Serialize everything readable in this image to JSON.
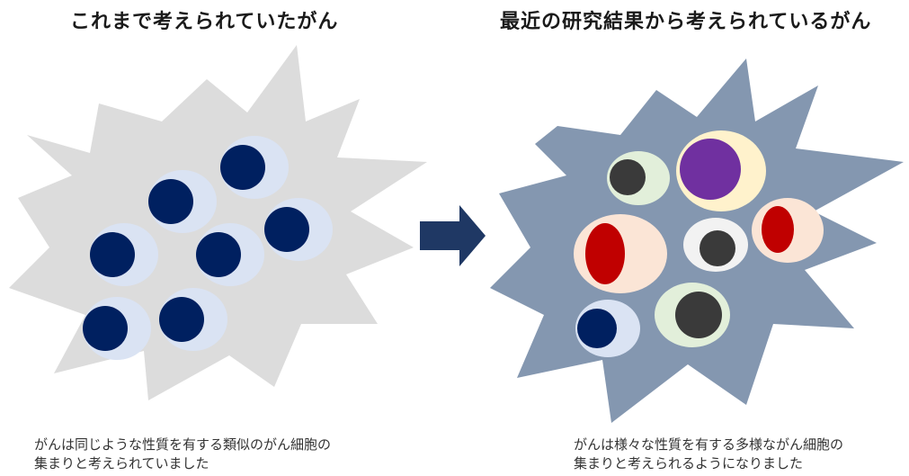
{
  "left_panel": {
    "title": "これまで考えられていたがん",
    "caption_lines": [
      "がんは同じような性質を有する類似のがん細胞の",
      "集まりと考えられていました"
    ]
  },
  "right_panel": {
    "title": "最近の研究結果から考えられているがん",
    "caption_lines": [
      "がんは様々な性質を有する多様ながん細胞の",
      "集まりと考えられるようになりました"
    ]
  },
  "colors": {
    "left_tumor": "#dcdcdc",
    "right_tumor": "#8497b0",
    "arrow": "#1f3864",
    "uniform_cell_body": "#dae3f3",
    "uniform_cell_nucleus": "#002060"
  },
  "icons": {
    "arrow": "right-arrow-icon"
  }
}
